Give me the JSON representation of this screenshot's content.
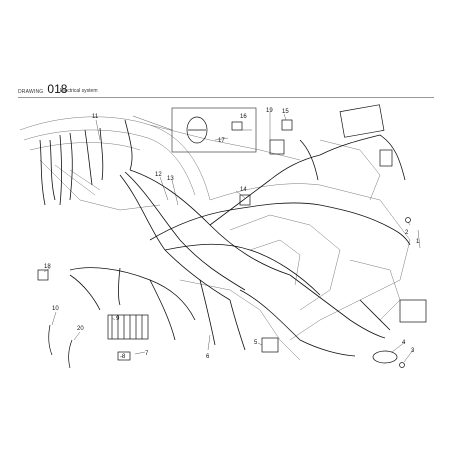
{
  "header": {
    "label": "DRAWING",
    "number": "018",
    "title": "Electrical system"
  },
  "callouts": [
    {
      "id": "c1",
      "text": "1"
    },
    {
      "id": "c2",
      "text": "2"
    },
    {
      "id": "c3",
      "text": "3"
    },
    {
      "id": "c4",
      "text": "4"
    },
    {
      "id": "c5",
      "text": "5"
    },
    {
      "id": "c6",
      "text": "6"
    },
    {
      "id": "c7",
      "text": "7"
    },
    {
      "id": "c8",
      "text": "8"
    },
    {
      "id": "c9",
      "text": "9"
    },
    {
      "id": "c10",
      "text": "10"
    },
    {
      "id": "c11",
      "text": "11"
    },
    {
      "id": "c12",
      "text": "12"
    },
    {
      "id": "c13",
      "text": "13"
    },
    {
      "id": "c14",
      "text": "14"
    },
    {
      "id": "c15",
      "text": "15"
    },
    {
      "id": "c16",
      "text": "16"
    },
    {
      "id": "c17",
      "text": "17"
    },
    {
      "id": "c18",
      "text": "18"
    },
    {
      "id": "c19",
      "text": "19"
    },
    {
      "id": "c20",
      "text": "20"
    }
  ]
}
